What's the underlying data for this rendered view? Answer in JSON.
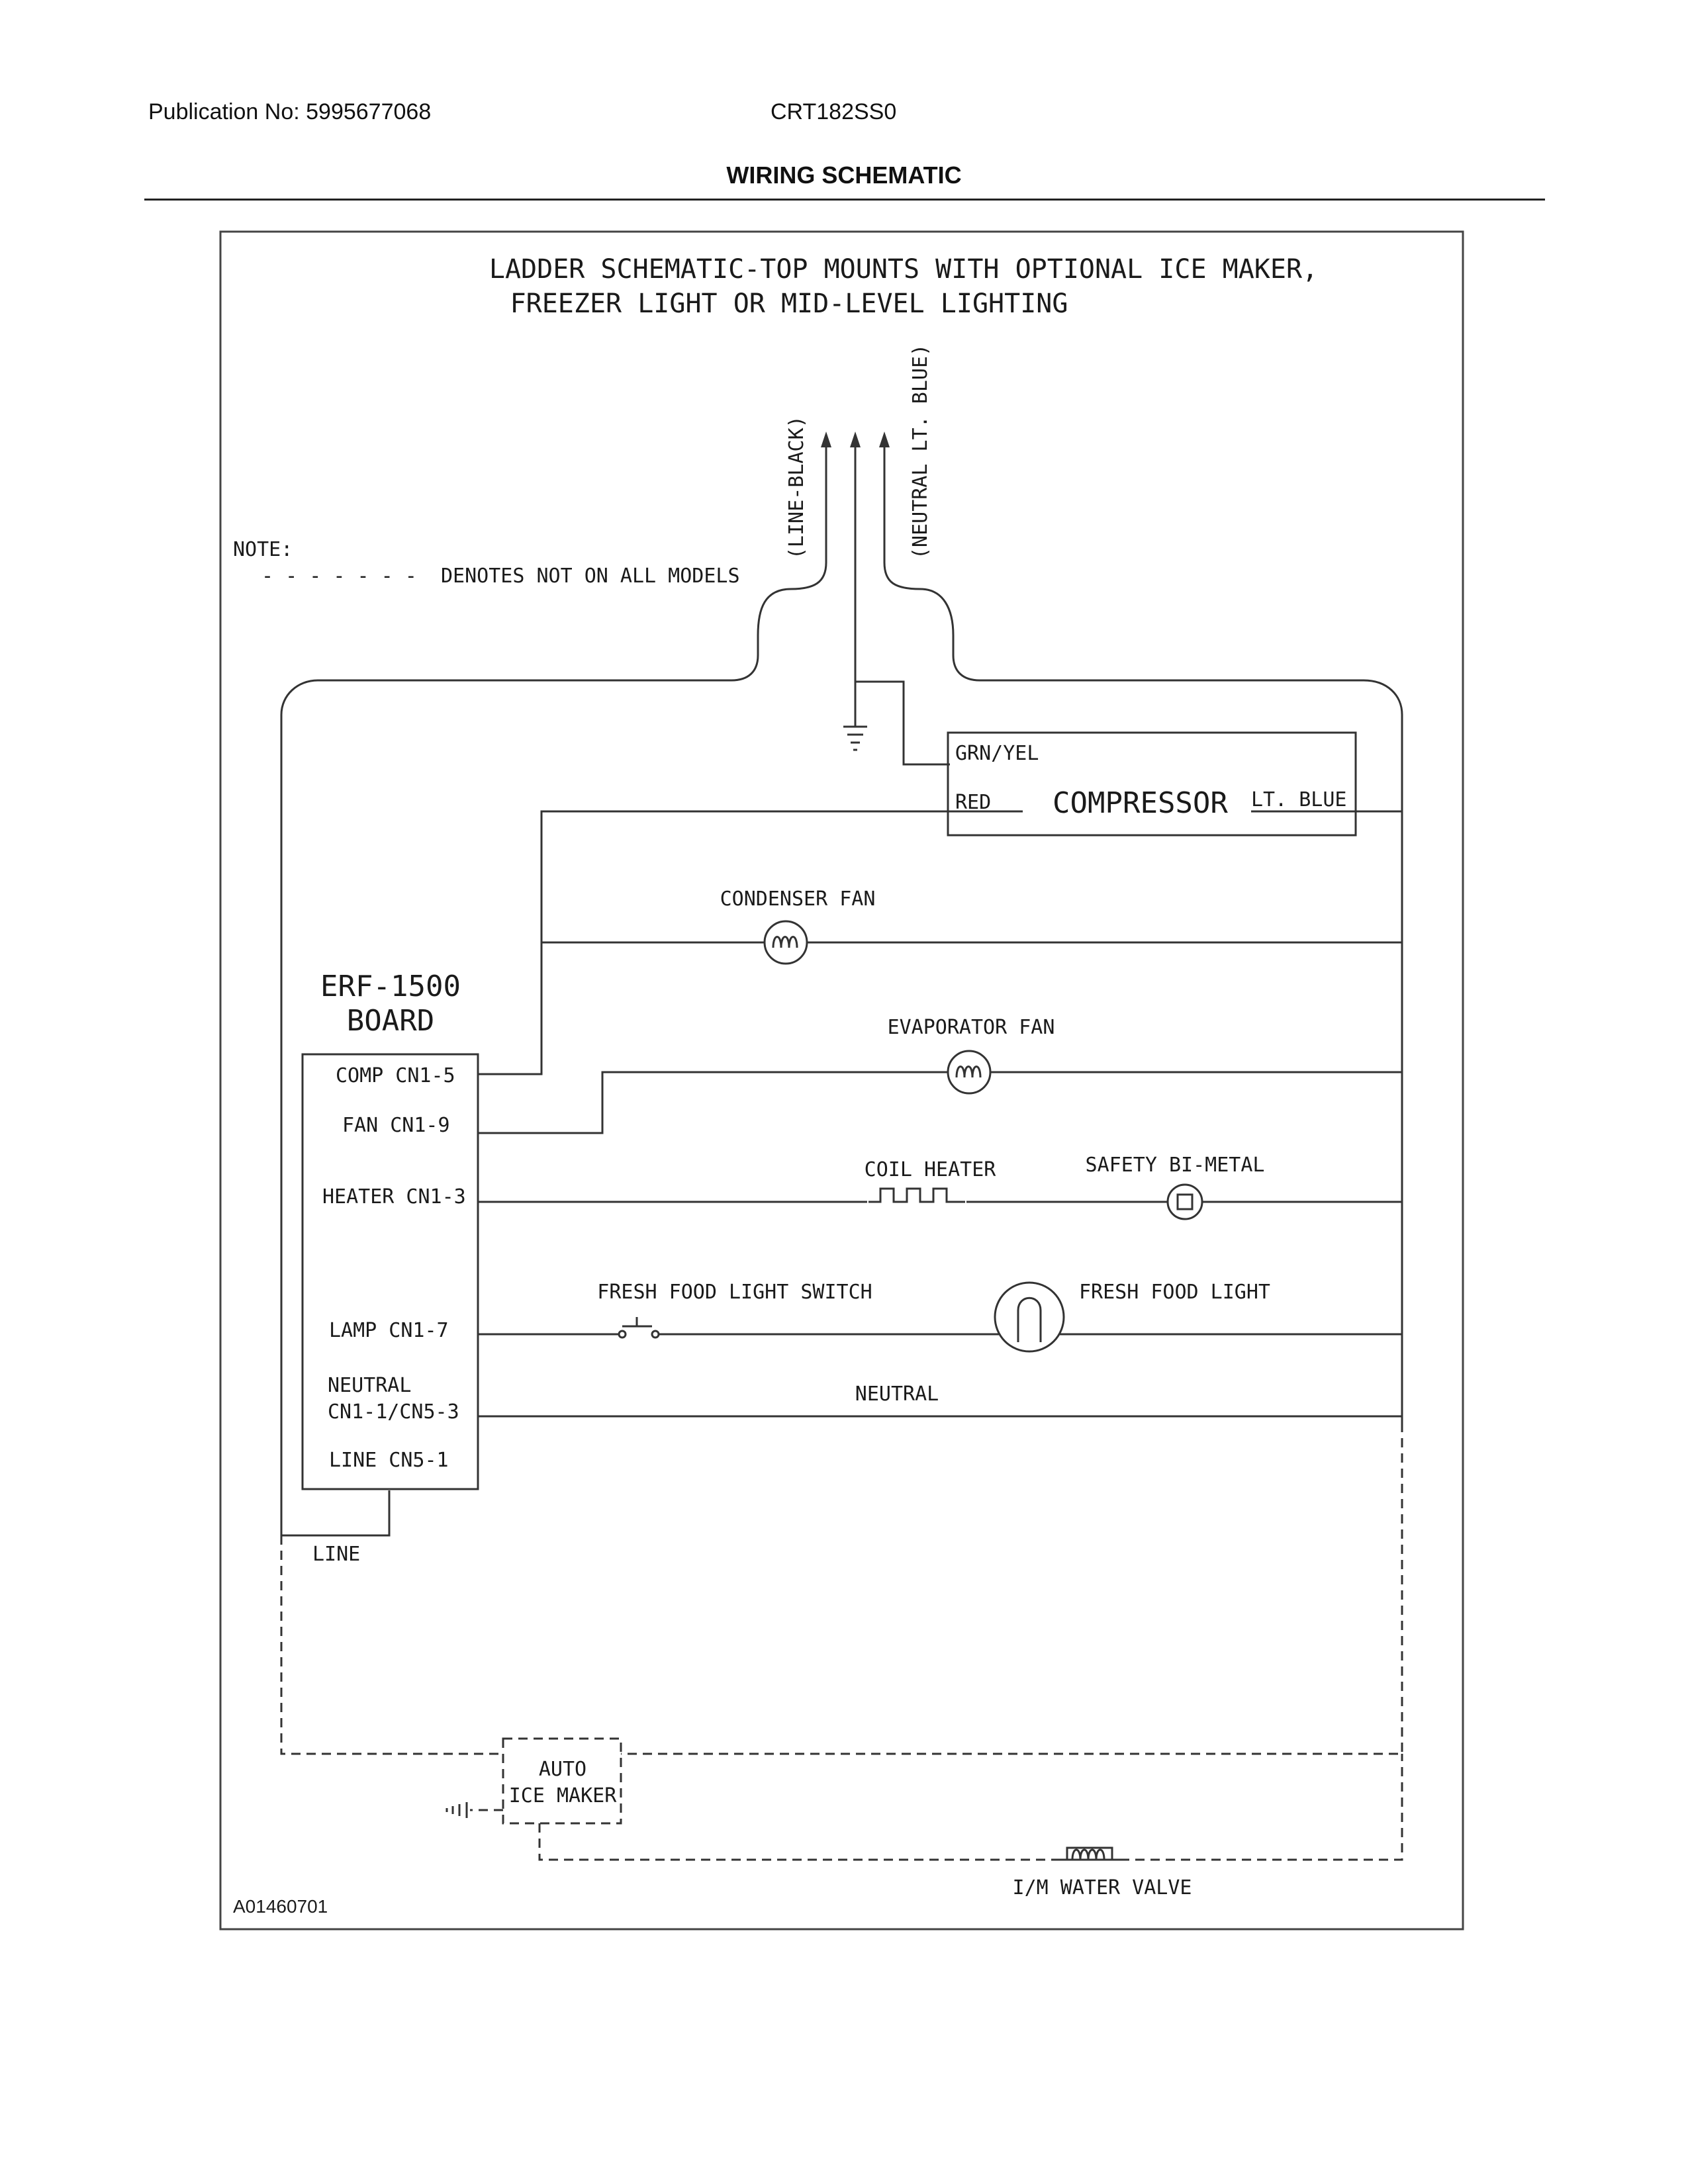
{
  "header": {
    "publication": "Publication No: 5995677068",
    "model": "CRT182SS0",
    "title": "WIRING SCHEMATIC"
  },
  "schematic": {
    "title_line1": "LADDER SCHEMATIC-TOP MOUNTS WITH OPTIONAL ICE MAKER,",
    "title_line2": "FREEZER LIGHT OR MID-LEVEL LIGHTING",
    "note_label": "NOTE:",
    "note_dashes": "- - - - - - -",
    "note_text": "DENOTES NOT ON ALL MODELS",
    "line_black": "(LINE-BLACK)",
    "neutral_blue": "(NEUTRAL LT. BLUE)",
    "compressor": {
      "label": "COMPRESSOR",
      "grn_yel": "GRN/YEL",
      "red": "RED",
      "lt_blue": "LT. BLUE"
    },
    "condenser_fan": "CONDENSER FAN",
    "evaporator_fan": "EVAPORATOR FAN",
    "board_name_1": "ERF-1500",
    "board_name_2": "BOARD",
    "pins": {
      "comp": "COMP CN1-5",
      "fan": "FAN CN1-9",
      "heater": "HEATER CN1-3",
      "lamp": "LAMP CN1-7",
      "neutral_1": "NEUTRAL",
      "neutral_2": "CN1-1/CN5-3",
      "line": "LINE CN5-1"
    },
    "coil_heater": "COIL HEATER",
    "safety_bimetal": "SAFETY BI-METAL",
    "fresh_food_light_switch": "FRESH FOOD LIGHT SWITCH",
    "fresh_food_light": "FRESH FOOD LIGHT",
    "neutral_wire": "NEUTRAL",
    "line_wire": "LINE",
    "auto_ice_maker_1": "AUTO",
    "auto_ice_maker_2": "ICE MAKER",
    "water_valve": "I/M WATER VALVE",
    "drawing_id": "A01460701"
  }
}
